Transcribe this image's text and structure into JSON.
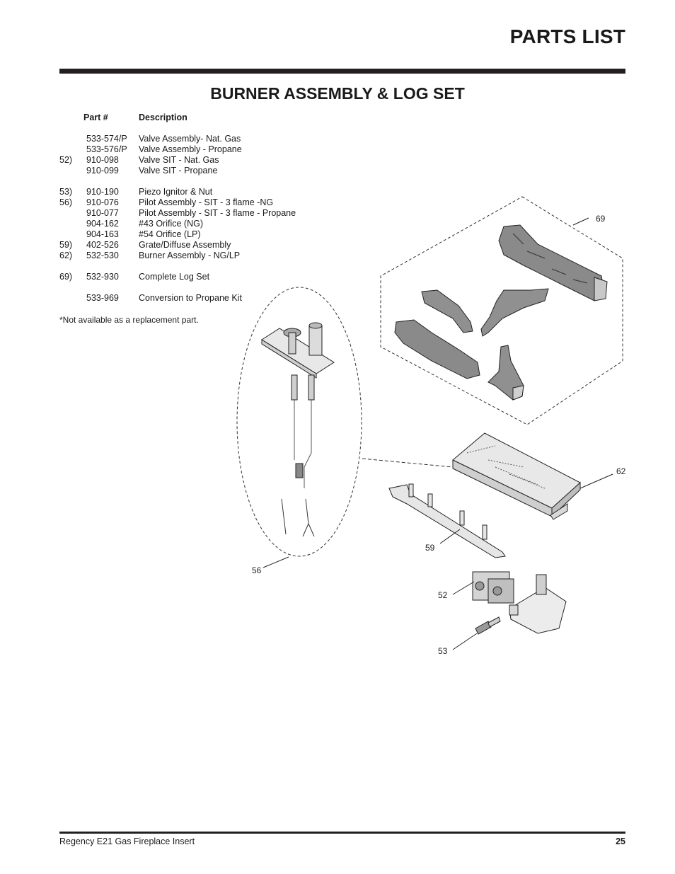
{
  "header": {
    "title": "PARTS LIST"
  },
  "section": {
    "title": "BURNER ASSEMBLY & LOG SET"
  },
  "table": {
    "col_part": "Part #",
    "col_desc": "Description",
    "rows": [
      {
        "ref": "",
        "part": "533-574/P",
        "desc": "Valve Assembly- Nat. Gas"
      },
      {
        "ref": "",
        "part": "533-576/P",
        "desc": "Valve Assembly - Propane"
      },
      {
        "ref": "52)",
        "part": "910-098",
        "desc": "Valve SIT - Nat. Gas"
      },
      {
        "ref": "",
        "part": "910-099",
        "desc": "Valve SIT - Propane"
      },
      {
        "ref": "53)",
        "part": "910-190",
        "desc": "Piezo Ignitor & Nut"
      },
      {
        "ref": "56)",
        "part": "910-076",
        "desc": "Pilot Assembly - SIT - 3 flame -NG"
      },
      {
        "ref": "",
        "part": "910-077",
        "desc": "Pilot Assembly - SIT - 3 flame - Propane"
      },
      {
        "ref": "",
        "part": "904-162",
        "desc": "#43 Orifice (NG)"
      },
      {
        "ref": "",
        "part": "904-163",
        "desc": "#54 Orifice (LP)"
      },
      {
        "ref": "59)",
        "part": "402-526",
        "desc": "Grate/Diffuse Assembly"
      },
      {
        "ref": "62)",
        "part": "532-530",
        "desc": "Burner Assembly - NG/LP"
      },
      {
        "ref": "69)",
        "part": "532-930",
        "desc": "Complete Log Set"
      },
      {
        "ref": "",
        "part": "533-969",
        "desc": "Conversion to Propane Kit"
      }
    ],
    "footnote": "*Not available as a replacement part."
  },
  "callouts": {
    "c69": "69",
    "c62": "62",
    "c59": "59",
    "c56": "56",
    "c52": "52",
    "c53": "53"
  },
  "footer": {
    "left": "Regency E21 Gas Fireplace Insert",
    "page": "25"
  }
}
